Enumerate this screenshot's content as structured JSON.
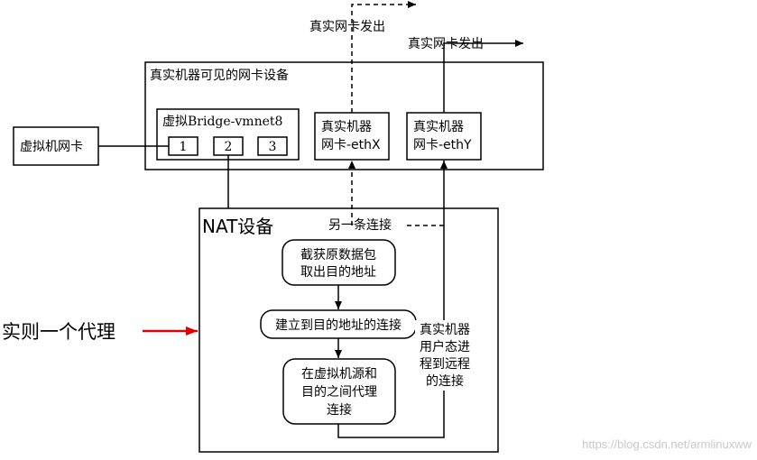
{
  "labels": {
    "top_out_x": "真实网卡发出",
    "top_out_y": "真实网卡发出",
    "visible_devices": "真实机器可见的网卡设备",
    "vm_nic": "虚拟机网卡",
    "bridge": "虚拟Bridge-vmnet8",
    "port1": "1",
    "port2": "2",
    "port3": "3",
    "ethx_line1": "真实机器",
    "ethx_line2": "网卡-ethX",
    "ethy_line1": "真实机器",
    "ethy_line2": "网卡-ethY",
    "nat_title": "NAT设备",
    "another_conn": "另一条连接",
    "step1_line1": "截获原数据包",
    "step1_line2": "取出目的地址",
    "step2": "建立到目的地址的连接",
    "step3_line1": "在虚拟机源和",
    "step3_line2": "目的之间代理",
    "step3_line3": "连接",
    "user_proc_line1": "真实机器",
    "user_proc_line2": "用户态进",
    "user_proc_line3": "程到远程",
    "user_proc_line4": "的连接",
    "proxy_note": "实则一个代理",
    "watermark": "https://blog.csdn.net/armlinuxww"
  },
  "colors": {
    "stroke": "#000000",
    "arrow_red": "#e00000",
    "watermark": "#c9c9c9"
  }
}
